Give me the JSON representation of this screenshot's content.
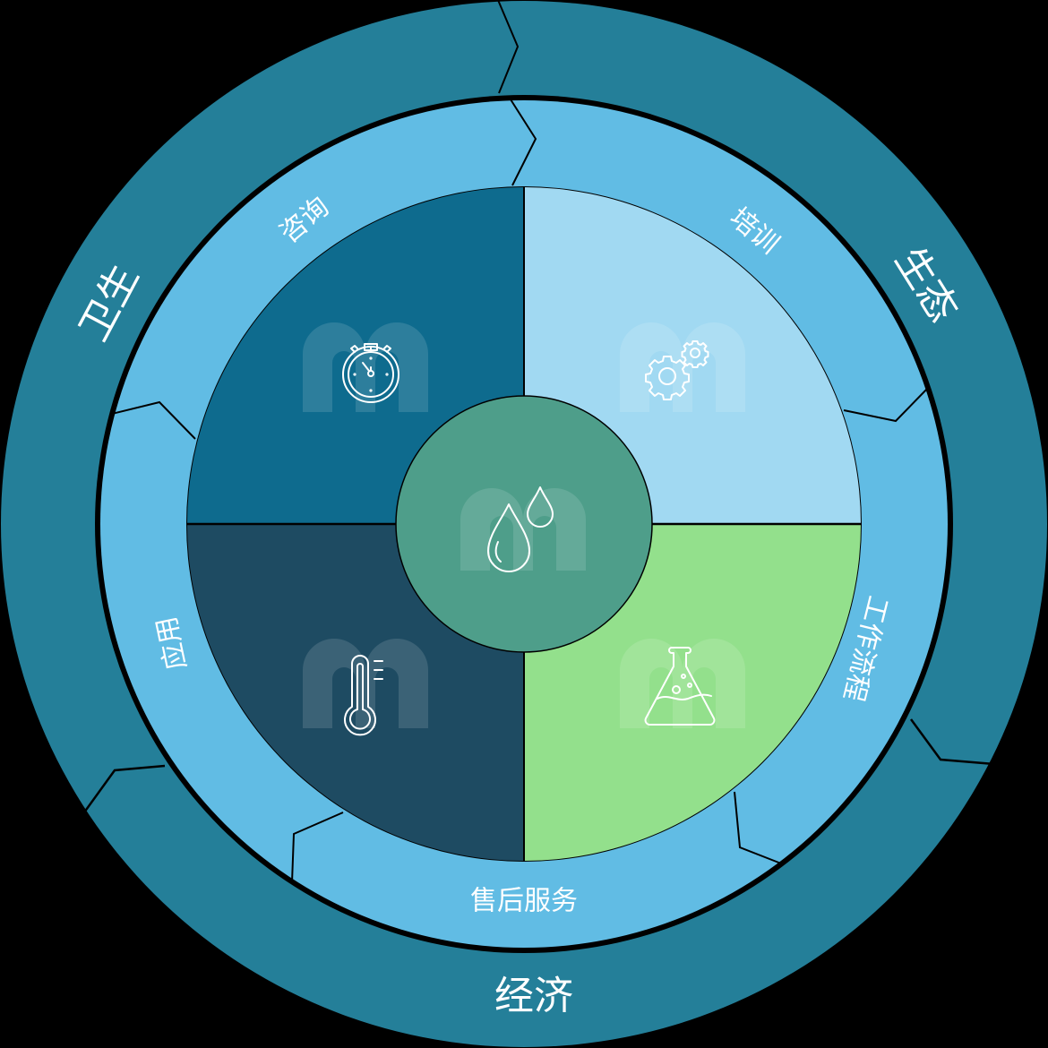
{
  "colors": {
    "background": "#000000",
    "outer_ring": "#247f99",
    "middle_ring": "#61bce4",
    "quadrant_top_left": "#0e6b8e",
    "quadrant_top_right": "#a1d9f2",
    "quadrant_bottom_left": "#1e4b62",
    "quadrant_bottom_right": "#93e08c",
    "center": "#4e9e8a",
    "text": "#ffffff"
  },
  "outer_ring": {
    "labels": [
      {
        "id": "health",
        "text": "卫生"
      },
      {
        "id": "ecology",
        "text": "生态"
      },
      {
        "id": "economy",
        "text": "经济"
      }
    ]
  },
  "middle_ring": {
    "labels": [
      {
        "id": "consulting",
        "text": "咨询"
      },
      {
        "id": "training",
        "text": "培训"
      },
      {
        "id": "workflow",
        "text": "工作流程"
      },
      {
        "id": "after_sales",
        "text": "售后服务"
      },
      {
        "id": "application",
        "text": "应用"
      }
    ]
  },
  "quadrants": [
    {
      "position": "top-left",
      "icon": "stopwatch-icon"
    },
    {
      "position": "top-right",
      "icon": "gears-icon"
    },
    {
      "position": "bottom-left",
      "icon": "thermometer-icon"
    },
    {
      "position": "bottom-right",
      "icon": "flask-icon"
    }
  ],
  "center": {
    "icon": "water-drops-icon"
  }
}
